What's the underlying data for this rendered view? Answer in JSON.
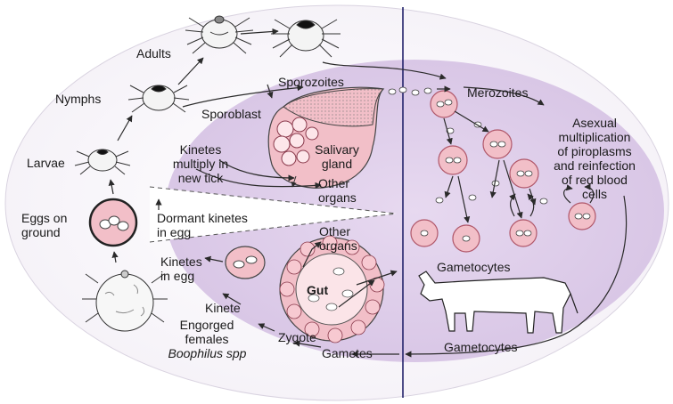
{
  "labels": {
    "adults": "Adults",
    "nymphs": "Nymphs",
    "larvae": "Larvae",
    "eggs_on_ground": "Eggs on\nground",
    "engorged_females": "Engorged\nfemales",
    "boophilus": "Boophilus spp",
    "sporozoites": "Sporozoites",
    "sporoblast": "Sporoblast",
    "kinetes_multiply": "Kinetes\nmultiply in\nnew tick",
    "salivary_gland": "Salivary\ngland",
    "other_organs_top": "Other\norgans",
    "dormant_kinetes": "Dormant kinetes\nin egg",
    "other_organs_bottom": "Other\norgans",
    "kinetes_in_egg": "Kinetes\nin egg",
    "gut": "Gut",
    "kinete": "Kinete",
    "zygote": "Zygote",
    "gametes": "Gametes",
    "merozoites": "Merozoites",
    "asexual": "Asexual\nmultiplication\nof piroplasms\nand reinfection\nof red blood\ncells",
    "gametocytes_upper": "Gametocytes",
    "gametocytes_lower": "Gametocytes"
  },
  "colors": {
    "oval_fill": "#ddcde9",
    "cell_fill": "#f2bfc8",
    "cell_stroke": "#b0576a",
    "line": "#2a2a2a",
    "divider": "#23236b"
  }
}
